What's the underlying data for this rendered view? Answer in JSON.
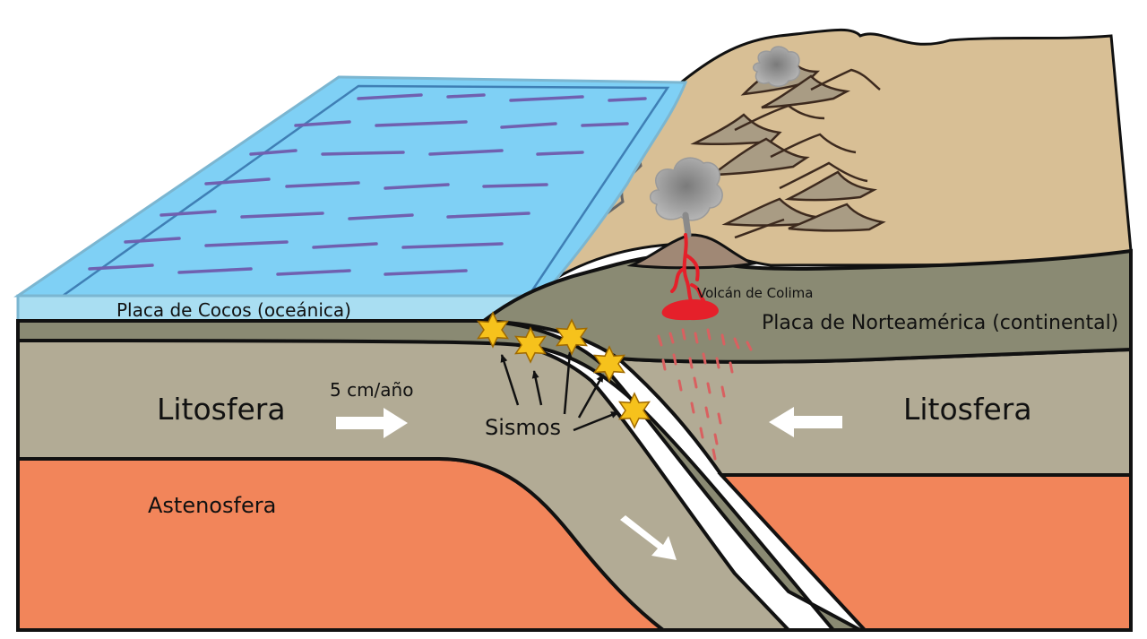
{
  "labels": {
    "cocos_plate": "Placa de Cocos (oceánica)",
    "north_america_plate": "Placa de Norteamérica (continental)",
    "volcano": "Volcán de Colima",
    "lithosphere_left": "Litosfera",
    "lithosphere_right": "Litosfera",
    "rate": "5 cm/año",
    "earthquakes": "Sismos",
    "asthenosphere": "Astenosfera"
  },
  "colors": {
    "ocean_surface": "#7fd0f5",
    "ocean_edge": "#a9def2",
    "land": "#d8bf95",
    "lithosphere": "#b2ab95",
    "crust": "#8a8a73",
    "asthenosphere": "#f2855a",
    "magma": "#e5202a",
    "quake_star": "#f6c21c",
    "ash": "#8f8f8f"
  }
}
